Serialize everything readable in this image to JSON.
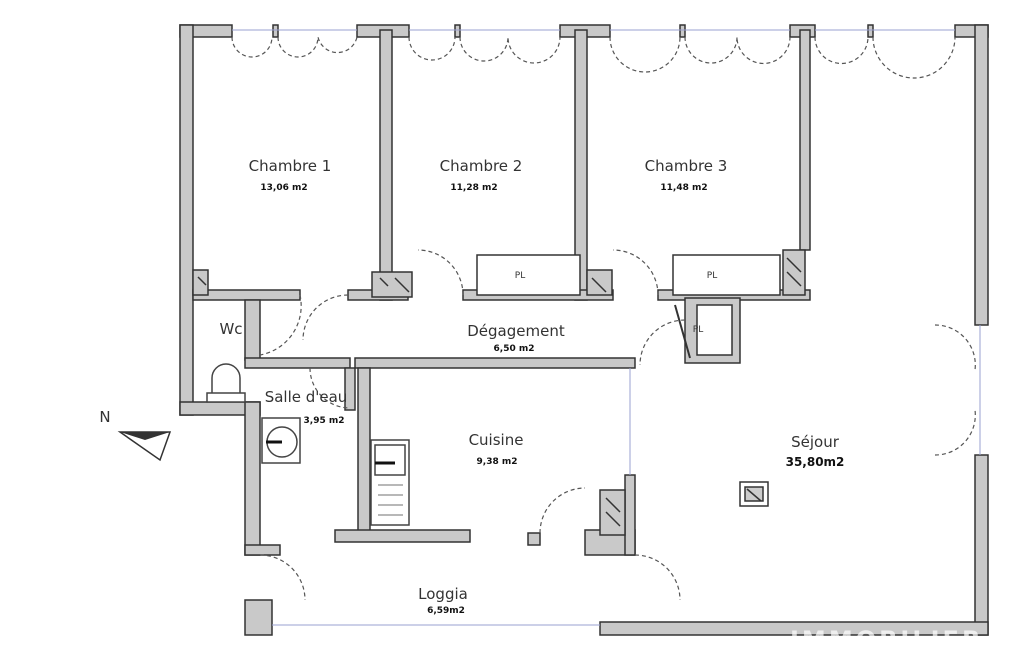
{
  "plan": {
    "compass_label": "N",
    "rooms": [
      {
        "name": "Chambre 1",
        "area": "13,06 m2"
      },
      {
        "name": "Chambre 2",
        "area": "11,28 m2"
      },
      {
        "name": "Chambre 3",
        "area": "11,48 m2"
      },
      {
        "name": "Dégagement",
        "area": "6,50 m2"
      },
      {
        "name": "Wc"
      },
      {
        "name": "Salle d'eau",
        "area": "3,95 m2"
      },
      {
        "name": "Cuisine",
        "area": "9,38 m2"
      },
      {
        "name": "Séjour",
        "area": "35,80m2"
      },
      {
        "name": "Loggia",
        "area": "6,59m2"
      }
    ],
    "closets": [
      "PL",
      "PL",
      "PL"
    ],
    "watermark": "IMMOBILIER"
  }
}
